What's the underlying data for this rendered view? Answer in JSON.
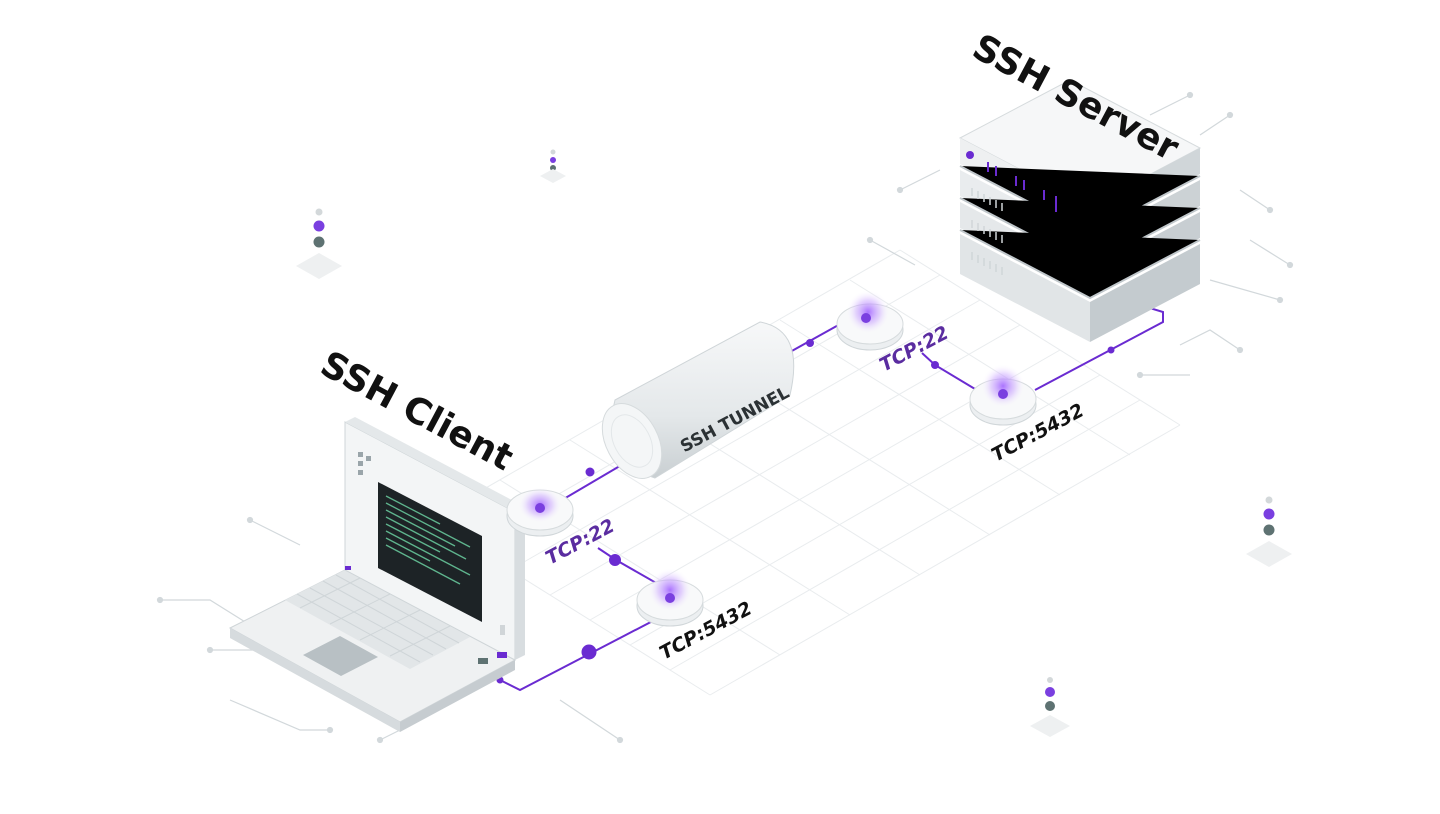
{
  "labels": {
    "ssh_server": "SSH Server",
    "ssh_client": "SSH Client",
    "ssh_tunnel": "SSH TUNNEL",
    "client_port_22": "TCP:22",
    "client_port_5432": "TCP:5432",
    "server_port_22": "TCP:22",
    "server_port_5432": "TCP:5432"
  },
  "colors": {
    "accent_purple": "#6a2bd1",
    "port_text_purple": "#5a2ca0",
    "metal_light": "#f2f4f5",
    "metal_mid": "#dfe3e5",
    "metal_dark": "#c8ced1",
    "screen": "#1d2326",
    "code_green": "#5fb58e",
    "grid": "#e6e9eb",
    "dot_gray": "#5e7272"
  },
  "icons": [
    "laptop-icon",
    "server-rack-icon",
    "tunnel-cylinder-icon",
    "port-node-icon",
    "status-dots-icon"
  ]
}
